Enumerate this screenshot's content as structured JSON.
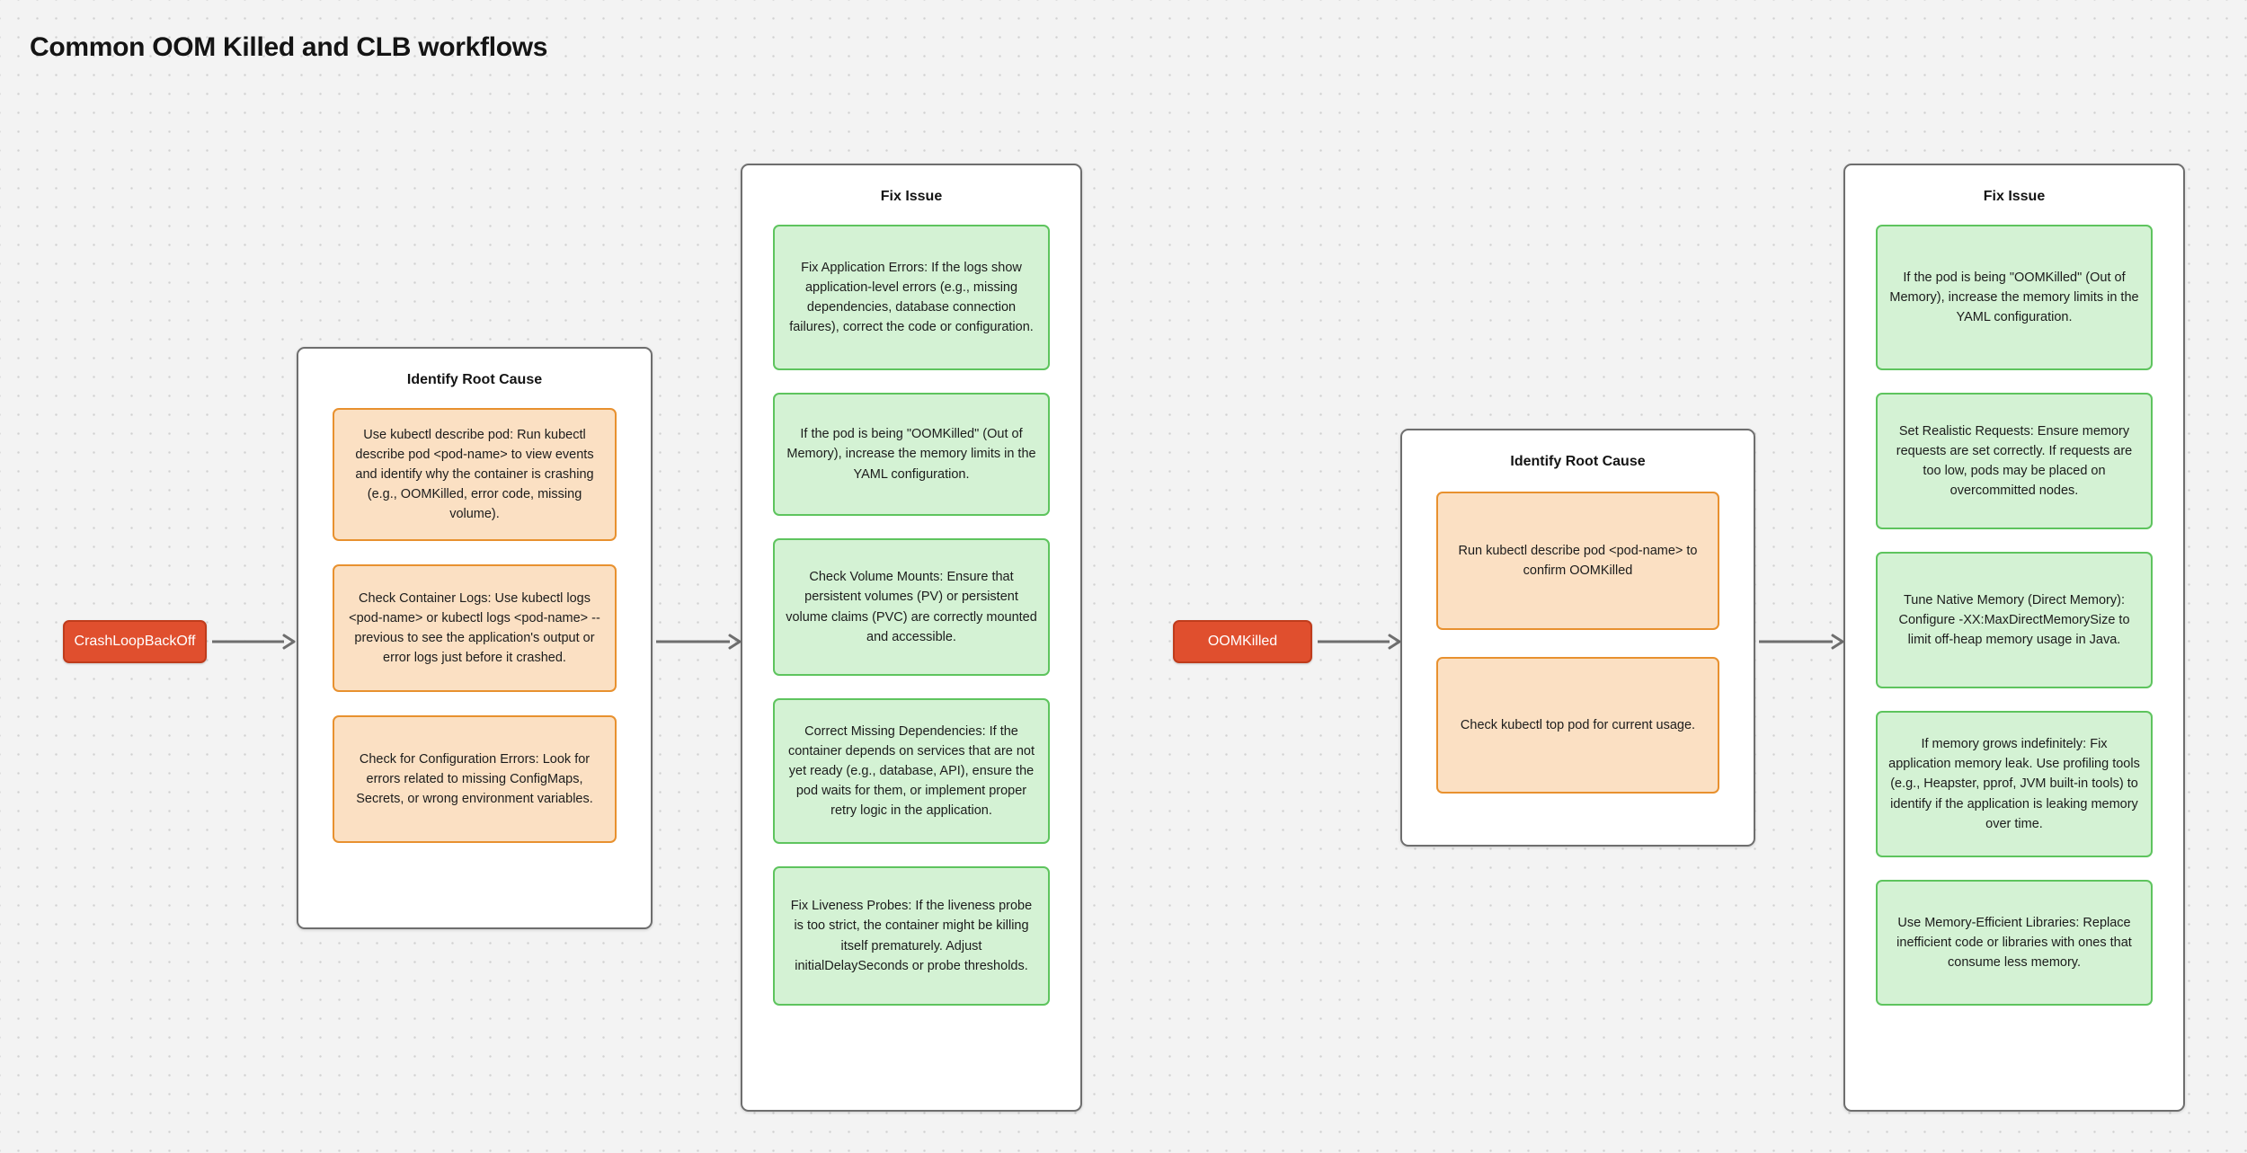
{
  "page": {
    "title": "Common OOM Killed and CLB workflows",
    "background_color": "#f3f3f3",
    "dot_color": "#d0d0d0"
  },
  "colors": {
    "status_node_fill": "#e04f2e",
    "status_node_border": "#bf3c1c",
    "status_node_text": "#ffffff",
    "group_border": "#6e6e6e",
    "group_fill": "#ffffff",
    "orange_card_fill": "#fbe0c3",
    "orange_card_border": "#e8912f",
    "green_card_fill": "#d4f2d4",
    "green_card_border": "#5ec45e",
    "arrow": "#6e6e6e"
  },
  "flows": [
    {
      "id": "crashloopbackoff-flow",
      "status": {
        "label": "CrashLoopBackOff"
      },
      "root_cause": {
        "title": "Identify Root Cause",
        "cards": [
          {
            "text": "Use kubectl describe pod: Run kubectl describe pod <pod-name> to view events and identify why the container is crashing (e.g., OOMKilled, error code, missing volume)."
          },
          {
            "text": "Check Container Logs: Use kubectl logs <pod-name> or kubectl logs <pod-name> --previous to see the application's output or error logs just before it crashed."
          },
          {
            "text": "Check for Configuration Errors: Look for errors related to missing ConfigMaps, Secrets, or wrong environment variables."
          }
        ]
      },
      "fix_issue": {
        "title": "Fix Issue",
        "cards": [
          {
            "text": "Fix Application Errors: If the logs show application-level errors (e.g., missing dependencies, database connection failures), correct the code or configuration."
          },
          {
            "text": "If the pod is being \"OOMKilled\" (Out of Memory), increase the memory limits in the YAML configuration."
          },
          {
            "text": "Check Volume Mounts: Ensure that persistent volumes (PV) or persistent volume claims (PVC) are correctly mounted and accessible."
          },
          {
            "text": "Correct Missing Dependencies: If the container depends on services that are not yet ready (e.g., database, API), ensure the pod waits for them, or implement proper retry logic in the application."
          },
          {
            "text": "Fix Liveness Probes: If the liveness probe is too strict, the container might be killing itself prematurely. Adjust initialDelaySeconds or probe thresholds."
          }
        ]
      }
    },
    {
      "id": "oomkilled-flow",
      "status": {
        "label": "OOMKilled"
      },
      "root_cause": {
        "title": "Identify Root Cause",
        "cards": [
          {
            "text": "Run kubectl describe pod <pod-name> to confirm OOMKilled"
          },
          {
            "text": "Check kubectl top pod for current usage."
          }
        ]
      },
      "fix_issue": {
        "title": "Fix Issue",
        "cards": [
          {
            "text": "If the pod is being \"OOMKilled\" (Out of Memory), increase the memory limits in the YAML configuration."
          },
          {
            "text": "Set Realistic Requests: Ensure memory requests are set correctly. If requests are too low, pods may be placed on overcommitted nodes."
          },
          {
            "text": "Tune Native Memory (Direct Memory): Configure -XX:MaxDirectMemorySize to limit off-heap memory usage in Java."
          },
          {
            "text": "If memory grows indefinitely: Fix application memory leak. Use profiling tools (e.g., Heapster, pprof, JVM built-in tools) to identify if the application is leaking memory over time."
          },
          {
            "text": "Use Memory-Efficient Libraries: Replace inefficient code or libraries with ones that consume less memory."
          }
        ]
      }
    }
  ]
}
